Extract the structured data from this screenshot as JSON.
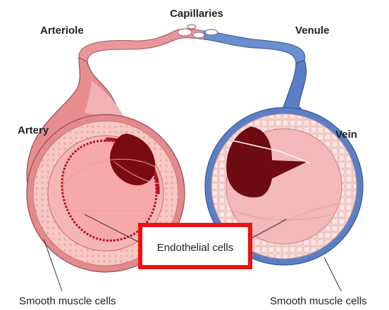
{
  "labels": {
    "capillaries": "Capillaries",
    "arteriole": "Arteriole",
    "venule": "Venule",
    "artery": "Artery",
    "vein": "Vein",
    "endothelial": "Endothelial cells",
    "smooth_left": "Smooth muscle cells",
    "smooth_right": "Smooth muscle cells"
  },
  "colors": {
    "artery_outer": "#e58a8c",
    "artery_wall": "#f4bcbc",
    "artery_inner": "#f6a6a6",
    "artery_lumen": "#7a0a12",
    "vein_outer": "#5b7fc4",
    "vein_wall": "#f1c1c1",
    "vein_lumen": "#6e0a12",
    "highlight_box": "#ee1111"
  }
}
